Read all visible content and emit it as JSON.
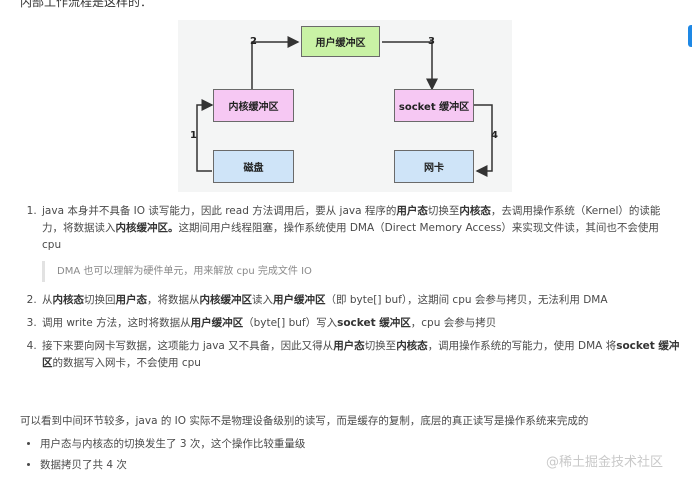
{
  "heading": "内部工作流程是这样的：",
  "diagram": {
    "nodes": {
      "user_buffer": "用户缓冲区",
      "kernel_buffer": "内核缓冲区",
      "socket_buffer": "socket 缓冲区",
      "disk": "磁盘",
      "nic": "网卡"
    },
    "edges": {
      "e1": "1",
      "e2": "2",
      "e3": "3",
      "e4": "4"
    },
    "colors": {
      "user": "#c9f2a5",
      "kernel": "#f6c8f3",
      "device": "#cfe4f8"
    }
  },
  "steps": [
    {
      "p1": "java 本身并不具备 IO 读写能力，因此 read 方法调用后，要从 java 程序的",
      "b1": "用户态",
      "p2": "切换至",
      "b2": "内核态",
      "p3": "，去调用操作系统（Kernel）的读能力，将数据读入",
      "b3": "内核缓冲区。",
      "p4": "这期间用户线程阻塞，操作系统使用 DMA（Direct Memory Access）来实现文件读，其间也不会使用 cpu",
      "note": "DMA 也可以理解为硬件单元，用来解放 cpu 完成文件 IO"
    },
    {
      "p1": "从",
      "b1": "内核态",
      "p2": "切换回",
      "b2": "用户态",
      "p3": "，将数据从",
      "b3": "内核缓冲区",
      "p4": "读入",
      "b4": "用户缓冲区",
      "p5": "（即 byte[] buf），这期间 cpu 会参与拷贝，无法利用 DMA"
    },
    {
      "p1": "调用 write 方法，这时将数据从",
      "b1": "用户缓冲区",
      "p2": "（byte[] buf）写入",
      "b2": "socket 缓冲区",
      "p3": "，cpu 会参与拷贝"
    },
    {
      "p1": "接下来要向网卡写数据，这项能力 java 又不具备，因此又得从",
      "b1": "用户态",
      "p2": "切换至",
      "b2": "内核态",
      "p3": "，调用操作系统的写能力，使用 DMA 将",
      "b3": "socket 缓冲区",
      "p4": "的数据写入网卡，不会使用 cpu"
    }
  ],
  "summary": "可以看到中间环节较多，java 的 IO 实际不是物理设备级别的读写，而是缓存的复制，底层的真正读写是操作系统来完成的",
  "bullets": [
    "用户态与内核态的切换发生了 3 次，这个操作比较重量级",
    "数据拷贝了共 4 次"
  ],
  "watermark": "@稀土掘金技术社区"
}
